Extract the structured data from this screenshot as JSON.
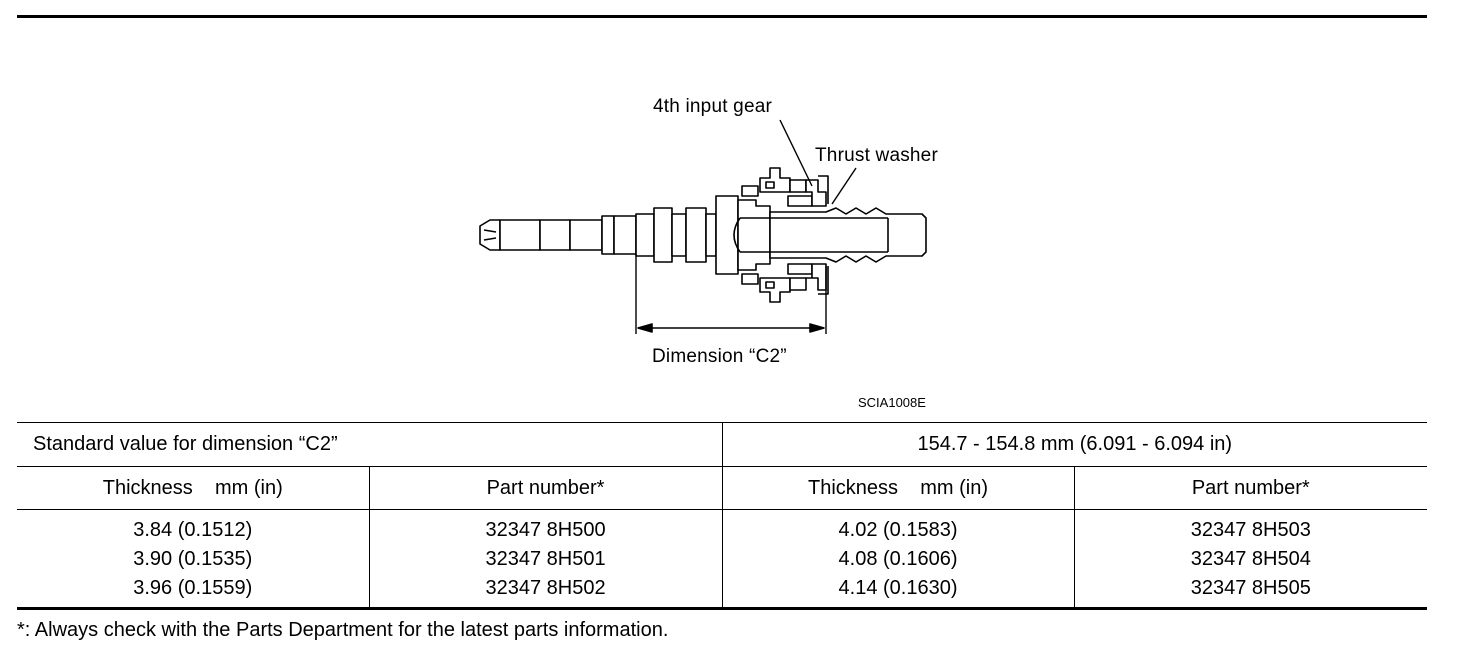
{
  "figure": {
    "labels": {
      "input_gear": "4th input gear",
      "thrust_washer": "Thrust washer",
      "dimension": "Dimension “C2”"
    },
    "figure_code": "SCIA1008E"
  },
  "spec_table": {
    "standard_label": "Standard value for dimension “C2”",
    "standard_value": "154.7 - 154.8 mm (6.091 - 6.094 in)",
    "headers": [
      "Thickness    mm (in)",
      "Part number*",
      "Thickness    mm (in)",
      "Part number*"
    ],
    "left": {
      "thickness": [
        "3.84 (0.1512)",
        "3.90 (0.1535)",
        "3.96 (0.1559)"
      ],
      "part_numbers": [
        "32347 8H500",
        "32347 8H501",
        "32347 8H502"
      ]
    },
    "right": {
      "thickness": [
        "4.02 (0.1583)",
        "4.08 (0.1606)",
        "4.14 (0.1630)"
      ],
      "part_numbers": [
        "32347 8H503",
        "32347 8H504",
        "32347 8H505"
      ]
    }
  },
  "footnote": "*: Always check with the Parts Department for the latest parts information."
}
